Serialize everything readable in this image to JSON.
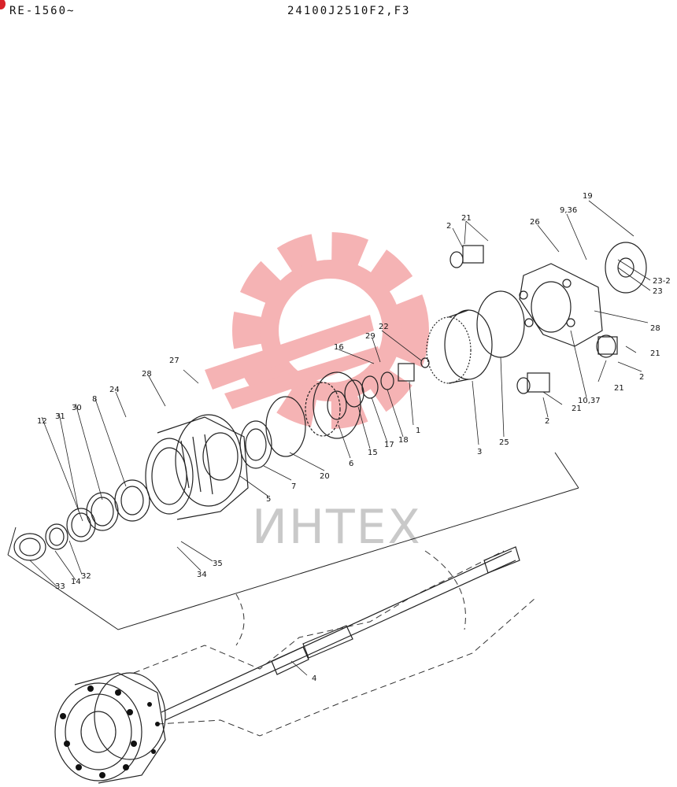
{
  "header": {
    "serial_range": "RE-1560~",
    "part_number": "24100J2510F2,F3"
  },
  "watermark": {
    "text": "ИНТЕХ",
    "logo_color": "#f4a6a8",
    "text_color": "#c9c9c9"
  },
  "callouts": {
    "c1": "1",
    "c2a": "2",
    "c2b": "2",
    "c2c": "2",
    "c3": "3",
    "c4": "4",
    "c5": "5",
    "c6": "6",
    "c7": "7",
    "c8": "8",
    "c936": "9,36",
    "c1037": "10,37",
    "c12": "12",
    "c14": "14",
    "c15": "15",
    "c16": "16",
    "c17": "17",
    "c18": "18",
    "c19": "19",
    "c20": "20",
    "c21a": "21",
    "c21b": "21",
    "c21c": "21",
    "c21d": "21",
    "c22": "22",
    "c23": "23",
    "c232": "23-2",
    "c24": "24",
    "c25": "25",
    "c26": "26",
    "c27": "27",
    "c28a": "28",
    "c28b": "28",
    "c29": "29",
    "c30": "30",
    "c31": "31",
    "c32": "32",
    "c33": "33",
    "c34": "34",
    "c35": "35"
  }
}
